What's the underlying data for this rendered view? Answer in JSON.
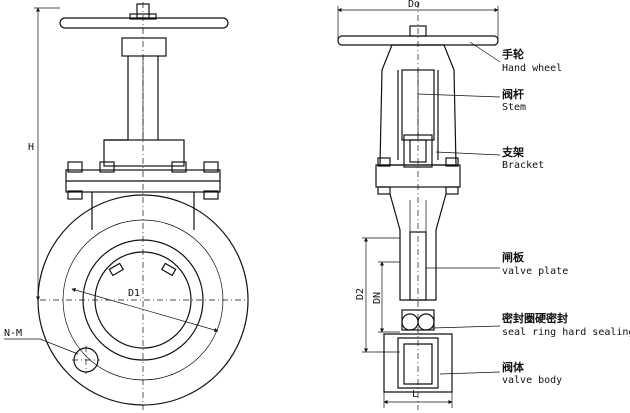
{
  "dimensions": {
    "h": "H",
    "d1": "D1",
    "nm": "N-M",
    "do": "Do",
    "d2": "D2",
    "dn": "DN",
    "l": "L"
  },
  "callouts": [
    {
      "cn": "手轮",
      "en": "Hand wheel"
    },
    {
      "cn": "阀杆",
      "en": "Stem"
    },
    {
      "cn": "支架",
      "en": "Bracket"
    },
    {
      "cn": "闸板",
      "en": "valve plate"
    },
    {
      "cn": "密封圈硬密封",
      "en": "seal ring hard sealing"
    },
    {
      "cn": "阀体",
      "en": "valve body"
    }
  ]
}
